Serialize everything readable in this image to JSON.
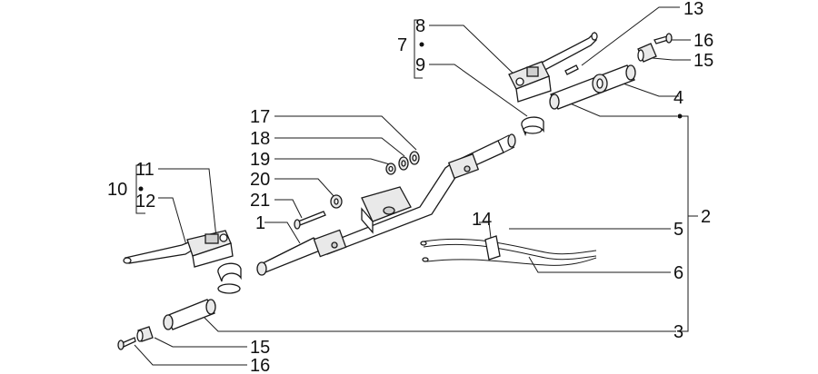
{
  "diagram": {
    "labels": {
      "l1": "1",
      "l2": "2",
      "l3": "3",
      "l4": "4",
      "l5": "5",
      "l6": "6",
      "l7": "7",
      "l8": "8",
      "l9": "9",
      "l10": "10",
      "l11": "11",
      "l12": "12",
      "l13": "13",
      "l14": "14",
      "l15_right": "15",
      "l15_left": "15",
      "l16_right": "16",
      "l16_left": "16",
      "l17": "17",
      "l18": "18",
      "l19": "19",
      "l20": "20",
      "l21": "21"
    }
  }
}
